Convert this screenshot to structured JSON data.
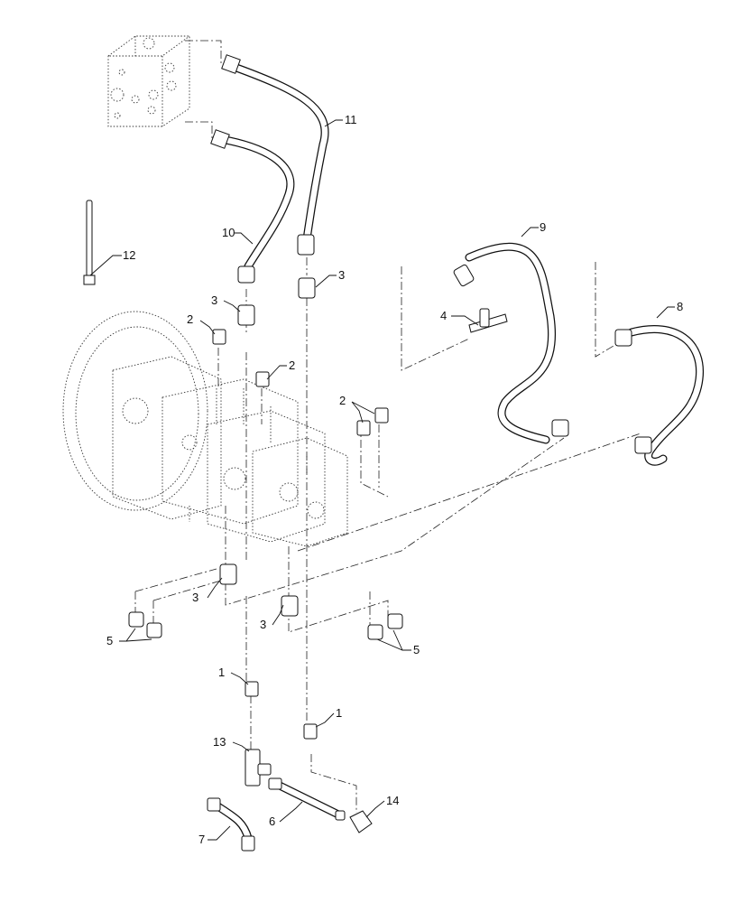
{
  "callouts": [
    {
      "id": "c11",
      "label": "11"
    },
    {
      "id": "c12",
      "label": "12"
    },
    {
      "id": "c10",
      "label": "10"
    },
    {
      "id": "c9",
      "label": "9"
    },
    {
      "id": "c8",
      "label": "8"
    },
    {
      "id": "c4",
      "label": "4"
    },
    {
      "id": "c3a",
      "label": "3"
    },
    {
      "id": "c3b",
      "label": "3"
    },
    {
      "id": "c3c",
      "label": "3"
    },
    {
      "id": "c3d",
      "label": "3"
    },
    {
      "id": "c2a",
      "label": "2"
    },
    {
      "id": "c2b",
      "label": "2"
    },
    {
      "id": "c2c",
      "label": "2"
    },
    {
      "id": "c5a",
      "label": "5"
    },
    {
      "id": "c5b",
      "label": "5"
    },
    {
      "id": "c1a",
      "label": "1"
    },
    {
      "id": "c1b",
      "label": "1"
    },
    {
      "id": "c13",
      "label": "13"
    },
    {
      "id": "c14",
      "label": "14"
    },
    {
      "id": "c6",
      "label": "6"
    },
    {
      "id": "c7",
      "label": "7"
    }
  ]
}
